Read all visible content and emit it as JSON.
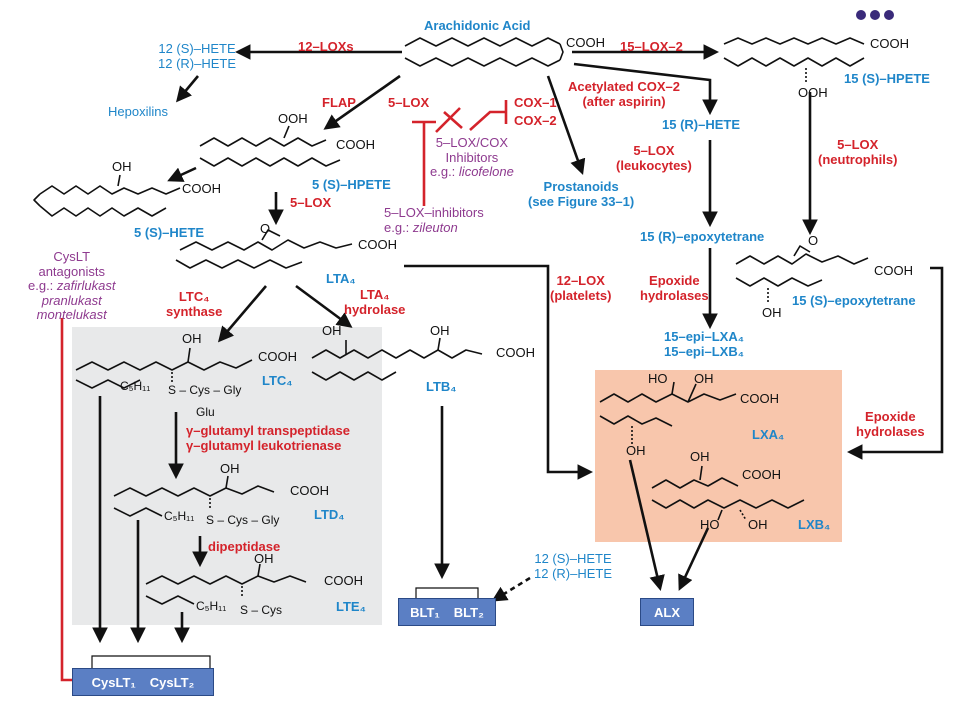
{
  "colors": {
    "blue": "#1f86c9",
    "red": "#d4232b",
    "purple": "#8e3a8f",
    "receptor_fill": "#5b7fc4",
    "grey_panel": "#e8e9ea",
    "lipoxin_panel": "#f8c6ac"
  },
  "compounds": {
    "arachidonic_acid": "Arachidonic Acid",
    "hete_12s": "12 (S)–HETE",
    "hete_12r": "12 (R)–HETE",
    "hepoxilins": "Hepoxilins",
    "hpete_5s": "5 (S)–HPETE",
    "hete_5s": "5 (S)–HETE",
    "hpete_15s": "15 (S)–HPETE",
    "hete_15r": "15 (R)–HETE",
    "epoxytetrane_15r": "15 (R)–epoxytetrane",
    "epoxytetrane_15s": "15 (S)–epoxytetrane",
    "epi_lxa4": "15–epi–LXA₄",
    "epi_lxb4": "15–epi–LXB₄",
    "lta4": "LTA₄",
    "ltc4": "LTC₄",
    "ltd4": "LTD₄",
    "lte4": "LTE₄",
    "ltb4": "LTB₄",
    "lxa4": "LXA₄",
    "lxb4": "LXB₄",
    "hete_12s_b": "12 (S)–HETE",
    "hete_12r_b": "12 (R)–HETE",
    "prostanoids": "Prostanoids",
    "see_figure": "(see Figure 33–1)"
  },
  "enzymes": {
    "lox12": "12–LOXs",
    "lox15_2": "15–LOX–2",
    "flap": "FLAP",
    "lox5_top": "5–LOX",
    "cox1": "COX–1",
    "cox2": "COX–2",
    "acetylated_cox2": "Acetylated COX–2",
    "after_aspirin": "(after aspirin)",
    "lox5_hpete": "5–LOX",
    "lox5_leuko": "5–LOX",
    "leukocytes": "(leukocytes)",
    "lox5_neutro": "5–LOX",
    "neutrophils": "(neutrophils)",
    "lox12_plt": "12–LOX",
    "platelets": "(platelets)",
    "epoxide_hydrolases_1a": "Epoxide",
    "epoxide_hydrolases_1b": "hydrolases",
    "epoxide_hydrolases_2a": "Epoxide",
    "epoxide_hydrolases_2b": "hydrolases",
    "ltc4_synthase_a": "LTC₄",
    "ltc4_synthase_b": "synthase",
    "lta4_hydrolase_a": "LTA₄",
    "lta4_hydrolase_b": "hydrolase",
    "ggt_1": "γ–glutamyl transpeptidase",
    "ggt_2": "γ–glutamyl leukotrienase",
    "dipeptidase": "dipeptidase"
  },
  "inhibitors": {
    "lox_cox_1": "5–LOX/COX",
    "lox_cox_2": "Inhibitors",
    "lox_cox_eg": "e.g.: ",
    "lox_cox_drug": "licofelone",
    "lox_inh_1": "5–LOX–inhibitors",
    "lox_inh_eg": "e.g.: ",
    "lox_inh_drug": "zileuton",
    "cyslt_1": "CysLT",
    "cyslt_2": "antagonists",
    "cyslt_eg": "e.g.: ",
    "cyslt_drug1": "zafirlukast",
    "cyslt_drug2": "pranlukast",
    "cyslt_drug3": "montelukast"
  },
  "structure_text": {
    "cooh": "COOH",
    "ooh": "OOH",
    "oh": "OH",
    "o": "O",
    "ho": "HO",
    "c5h11": "C₅H₁₁",
    "s_cys_gly": "S – Cys – Gly",
    "glu": "Glu",
    "s_cys": "S – Cys"
  },
  "receptors": {
    "blt1": "BLT₁",
    "blt2": "BLT₂",
    "alx": "ALX",
    "cyslt1": "CysLT₁",
    "cyslt2": "CysLT₂"
  }
}
